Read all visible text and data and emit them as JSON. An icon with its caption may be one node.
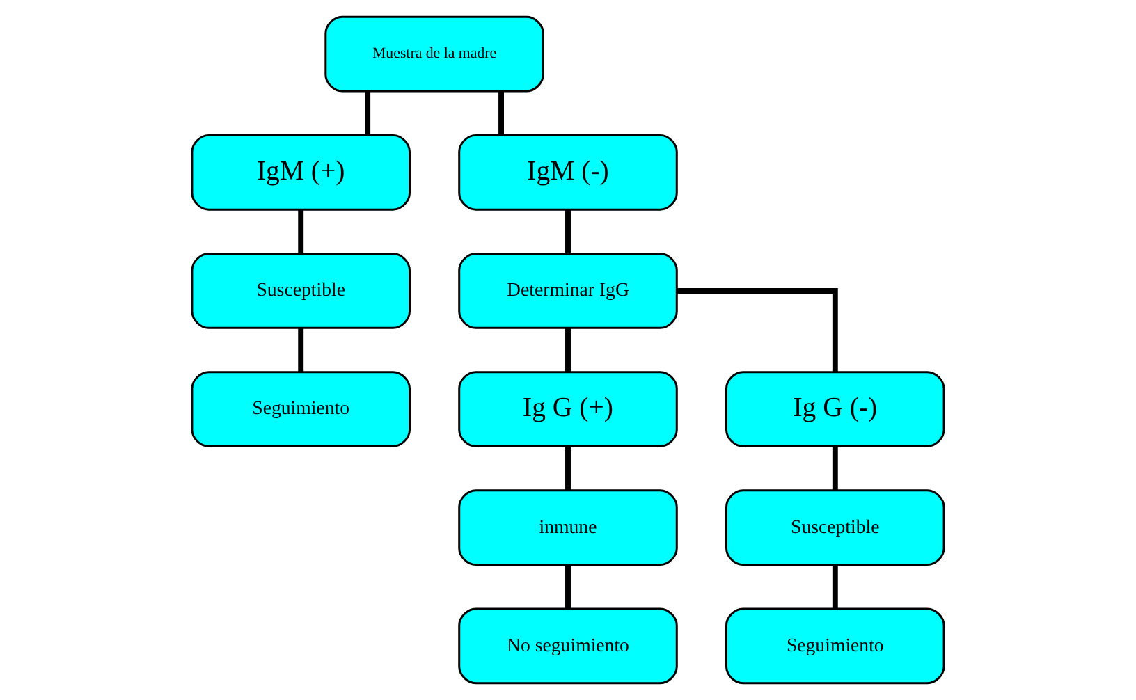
{
  "diagram": {
    "nodes": [
      {
        "text": [
          "Muestra de la madre"
        ]
      },
      {
        "text": [
          "IgM (+)"
        ]
      },
      {
        "text": [
          "IgM (-)"
        ]
      },
      {
        "text": [
          "Susceptible"
        ]
      },
      {
        "text": [
          "Determinar IgG"
        ]
      },
      {
        "text": [
          "Seguimiento"
        ]
      },
      {
        "text": [
          "Ig G (+)"
        ]
      },
      {
        "text": [
          "Ig G (-)"
        ]
      },
      {
        "text": [
          "inmune"
        ]
      },
      {
        "text": [
          "Susceptible"
        ]
      },
      {
        "text": [
          "No seguimiento"
        ]
      },
      {
        "text": [
          "Seguimiento"
        ]
      }
    ],
    "edges": [
      {
        "from": 0,
        "to": 1,
        "arrow": "none"
      },
      {
        "from": 0,
        "to": 2,
        "arrow": "none"
      },
      {
        "from": 1,
        "to": 3,
        "arrow": "none"
      },
      {
        "from": 3,
        "to": 5,
        "arrow": "none"
      },
      {
        "from": 2,
        "to": 4,
        "arrow": "none"
      },
      {
        "from": 4,
        "to": 6,
        "arrow": "none"
      },
      {
        "from": 4,
        "to": 7,
        "arrow": "none"
      },
      {
        "from": 6,
        "to": 8,
        "arrow": "none"
      },
      {
        "from": 8,
        "to": 10,
        "arrow": "none"
      },
      {
        "from": 7,
        "to": 9,
        "arrow": "none"
      },
      {
        "from": 9,
        "to": 11,
        "arrow": "none"
      }
    ]
  }
}
